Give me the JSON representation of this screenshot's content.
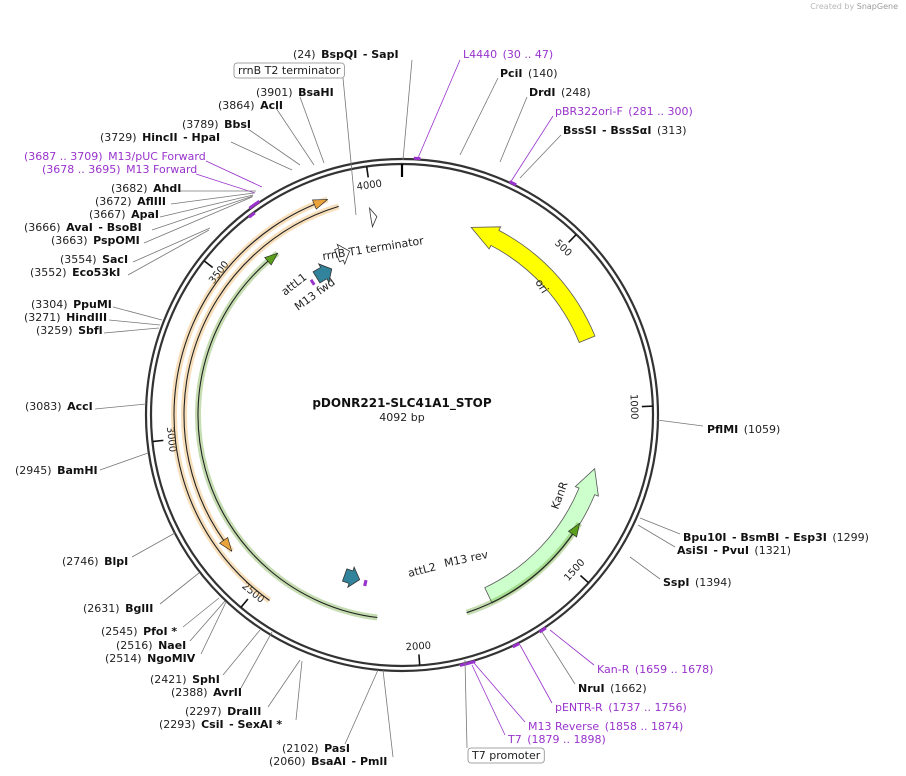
{
  "watermark": {
    "created_by": "Created by",
    "brand": "SnapGene"
  },
  "plasmid": {
    "name": "pDONR221-SLC41A1_STOP",
    "size": "4092 bp"
  },
  "ticks": [
    "500",
    "1000",
    "1500",
    "2000",
    "2500",
    "3000",
    "3500",
    "4000"
  ],
  "colors": {
    "backbone": "#333333",
    "ori": "#ffff00",
    "kanR": "#ccffcc",
    "att": "#31849b",
    "primer": "#9933cc",
    "orf_orange": "#e8a33c",
    "orf_green": "#5a9e1c",
    "terminator": "#ffffff"
  },
  "features": {
    "ori": "ori",
    "kanR": "KanR",
    "attL1": "attL1",
    "m13fwd": "M13 fwd",
    "rrnB_T1": "rrnB T1 terminator",
    "attL2": "attL2",
    "m13rev": "M13 rev",
    "rrnB_T2": "rrnB T2 terminator",
    "t7promoter": "T7 promoter"
  },
  "labels": [
    {
      "id": "bspqi",
      "segs": [
        [
          "(24)",
          "n"
        ],
        [
          "BspQI",
          "b"
        ],
        [
          "- SapI",
          "b"
        ]
      ]
    },
    {
      "id": "l4440",
      "segs": [
        [
          "L4440",
          "p"
        ],
        [
          "(30 .. 47)",
          "p"
        ]
      ]
    },
    {
      "id": "pcii",
      "segs": [
        [
          "PciI",
          "b"
        ],
        [
          "(140)",
          "n"
        ]
      ]
    },
    {
      "id": "drdi",
      "segs": [
        [
          "DrdI",
          "b"
        ],
        [
          "(248)",
          "n"
        ]
      ]
    },
    {
      "id": "pbr322",
      "segs": [
        [
          "pBR322ori-F",
          "p"
        ],
        [
          "(281 .. 300)",
          "p"
        ]
      ]
    },
    {
      "id": "bsssi",
      "segs": [
        [
          "BssSI",
          "b"
        ],
        [
          "- BssSαI",
          "b"
        ],
        [
          "(313)",
          "n"
        ]
      ]
    },
    {
      "id": "bsahi",
      "segs": [
        [
          "(3901)",
          "n"
        ],
        [
          "BsaHI",
          "b"
        ]
      ]
    },
    {
      "id": "acli",
      "segs": [
        [
          "(3864)",
          "n"
        ],
        [
          "AclI",
          "b"
        ]
      ]
    },
    {
      "id": "bbsi",
      "segs": [
        [
          "(3789)",
          "n"
        ],
        [
          "BbsI",
          "b"
        ]
      ]
    },
    {
      "id": "hincii",
      "segs": [
        [
          "(3729)",
          "n"
        ],
        [
          "HincII",
          "b"
        ],
        [
          "- HpaI",
          "b"
        ]
      ]
    },
    {
      "id": "m13puc",
      "segs": [
        [
          "(3687 .. 3709)",
          "p"
        ],
        [
          "M13/pUC Forward",
          "p"
        ]
      ]
    },
    {
      "id": "m13fwdp",
      "segs": [
        [
          "(3678 .. 3695)",
          "p"
        ],
        [
          "M13 Forward",
          "p"
        ]
      ]
    },
    {
      "id": "ahdi",
      "segs": [
        [
          "(3682)",
          "n"
        ],
        [
          "AhdI",
          "b"
        ]
      ]
    },
    {
      "id": "aflii",
      "segs": [
        [
          "(3672)",
          "n"
        ],
        [
          "AflIII",
          "b"
        ]
      ]
    },
    {
      "id": "apai",
      "segs": [
        [
          "(3667)",
          "n"
        ],
        [
          "ApaI",
          "b"
        ]
      ]
    },
    {
      "id": "avai",
      "segs": [
        [
          "(3666)",
          "n"
        ],
        [
          "AvaI",
          "b"
        ],
        [
          "- BsoBI",
          "b"
        ]
      ]
    },
    {
      "id": "pspomi",
      "segs": [
        [
          "(3663)",
          "n"
        ],
        [
          "PspOMI",
          "b"
        ]
      ]
    },
    {
      "id": "saci",
      "segs": [
        [
          "(3554)",
          "n"
        ],
        [
          "SacI",
          "b"
        ]
      ]
    },
    {
      "id": "eco53ki",
      "segs": [
        [
          "(3552)",
          "n"
        ],
        [
          "Eco53kI",
          "b"
        ]
      ]
    },
    {
      "id": "ppumi",
      "segs": [
        [
          "(3304)",
          "n"
        ],
        [
          "PpuMI",
          "b"
        ]
      ]
    },
    {
      "id": "hindiii",
      "segs": [
        [
          "(3271)",
          "n"
        ],
        [
          "HindIII",
          "b"
        ]
      ]
    },
    {
      "id": "sbfi",
      "segs": [
        [
          "(3259)",
          "n"
        ],
        [
          "SbfI",
          "b"
        ]
      ]
    },
    {
      "id": "acci",
      "segs": [
        [
          "(3083)",
          "n"
        ],
        [
          "AccI",
          "b"
        ]
      ]
    },
    {
      "id": "bamhi",
      "segs": [
        [
          "(2945)",
          "n"
        ],
        [
          "BamHI",
          "b"
        ]
      ]
    },
    {
      "id": "pflmi",
      "segs": [
        [
          "PflMI",
          "b"
        ],
        [
          "(1059)",
          "n"
        ]
      ]
    },
    {
      "id": "bpu10i",
      "segs": [
        [
          "Bpu10I",
          "b"
        ],
        [
          "- BsmBI",
          "b"
        ],
        [
          "- Esp3I",
          "b"
        ],
        [
          "(1299)",
          "n"
        ]
      ]
    },
    {
      "id": "asisi",
      "segs": [
        [
          "AsiSI",
          "b"
        ],
        [
          "- PvuI",
          "b"
        ],
        [
          "(1321)",
          "n"
        ]
      ]
    },
    {
      "id": "sspi",
      "segs": [
        [
          "SspI",
          "b"
        ],
        [
          "(1394)",
          "n"
        ]
      ]
    },
    {
      "id": "blpi",
      "segs": [
        [
          "(2746)",
          "n"
        ],
        [
          "BlpI",
          "b"
        ]
      ]
    },
    {
      "id": "bglii",
      "segs": [
        [
          "(2631)",
          "n"
        ],
        [
          "BglII",
          "b"
        ]
      ]
    },
    {
      "id": "pfoi",
      "segs": [
        [
          "(2545)",
          "n"
        ],
        [
          "PfoI *",
          "b"
        ]
      ]
    },
    {
      "id": "naei",
      "segs": [
        [
          "(2516)",
          "n"
        ],
        [
          "NaeI",
          "b"
        ]
      ]
    },
    {
      "id": "ngomiv",
      "segs": [
        [
          "(2514)",
          "n"
        ],
        [
          "NgoMIV",
          "b"
        ]
      ]
    },
    {
      "id": "sphi",
      "segs": [
        [
          "(2421)",
          "n"
        ],
        [
          "SphI",
          "b"
        ]
      ]
    },
    {
      "id": "avrii",
      "segs": [
        [
          "(2388)",
          "n"
        ],
        [
          "AvrII",
          "b"
        ]
      ]
    },
    {
      "id": "draiii",
      "segs": [
        [
          "(2297)",
          "n"
        ],
        [
          "DraIII",
          "b"
        ]
      ]
    },
    {
      "id": "csii",
      "segs": [
        [
          "(2293)",
          "n"
        ],
        [
          "CsiI",
          "b"
        ],
        [
          "- SexAI *",
          "b"
        ]
      ]
    },
    {
      "id": "pasi",
      "segs": [
        [
          "(2102)",
          "n"
        ],
        [
          "PasI",
          "b"
        ]
      ]
    },
    {
      "id": "bsaai",
      "segs": [
        [
          "(2060)",
          "n"
        ],
        [
          "BsaAI",
          "b"
        ],
        [
          "- PmlI",
          "b"
        ]
      ]
    },
    {
      "id": "kanr_p",
      "segs": [
        [
          "Kan-R",
          "p"
        ],
        [
          "(1659 .. 1678)",
          "p"
        ]
      ]
    },
    {
      "id": "nrui",
      "segs": [
        [
          "NruI",
          "b"
        ],
        [
          "(1662)",
          "n"
        ]
      ]
    },
    {
      "id": "pentr",
      "segs": [
        [
          "pENTR-R",
          "p"
        ],
        [
          "(1737 .. 1756)",
          "p"
        ]
      ]
    },
    {
      "id": "m13rev_p",
      "segs": [
        [
          "M13 Reverse",
          "p"
        ],
        [
          "(1858 .. 1874)",
          "p"
        ]
      ]
    },
    {
      "id": "t7_p",
      "segs": [
        [
          "T7",
          "p"
        ],
        [
          "(1879 .. 1898)",
          "p"
        ]
      ]
    }
  ]
}
